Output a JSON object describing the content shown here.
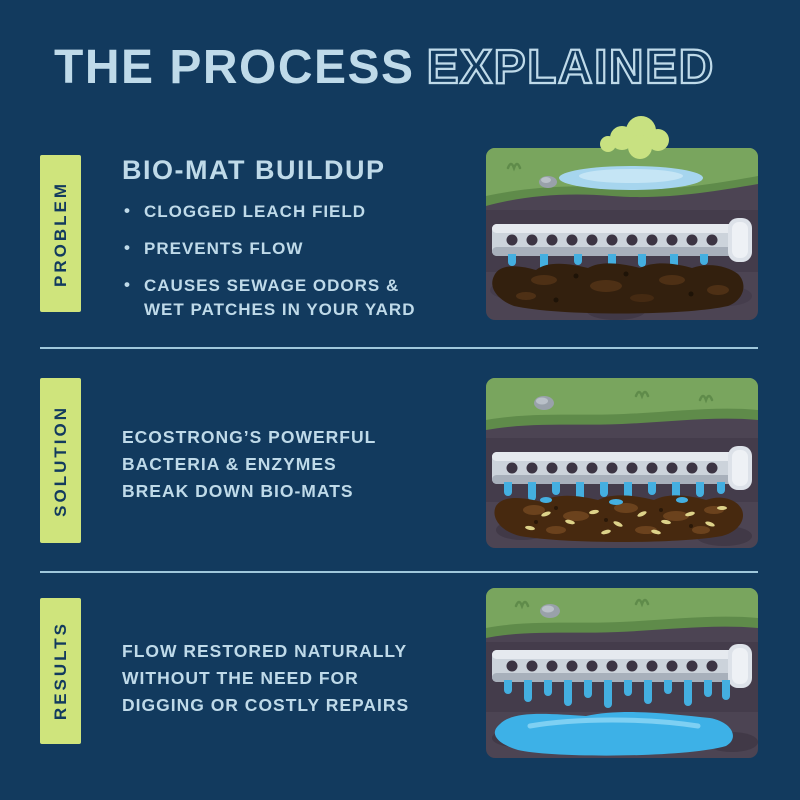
{
  "colors": {
    "background": "#123A5E",
    "accent_lime": "#CFE47C",
    "text_light_blue": "#BFDAE9",
    "divider": "#9FC7DB",
    "water_blue": "#44AFE0"
  },
  "title": {
    "solid": "THE PROCESS",
    "outlined": "EXPLAINED"
  },
  "sections": [
    {
      "label": "PROBLEM",
      "heading": "BIO-MAT BUILDUP",
      "bullets": [
        "CLOGGED LEACH FIELD",
        "PREVENTS FLOW",
        "CAUSES SEWAGE ODORS &\nWET PATCHES IN YOUR YARD"
      ],
      "illustration": "clogged-leach-field-scene"
    },
    {
      "label": "SOLUTION",
      "body": "ECOSTRONG’S POWERFUL\nBACTERIA & ENZYMES\nBREAK DOWN BIO-MATS",
      "illustration": "bacteria-enzymes-breaking-down-biomat-scene"
    },
    {
      "label": "RESULTS",
      "body": "FLOW RESTORED NATURALLY\nWITHOUT THE NEED FOR\nDIGGING OR COSTLY REPAIRS",
      "illustration": "flow-restored-scene"
    }
  ]
}
